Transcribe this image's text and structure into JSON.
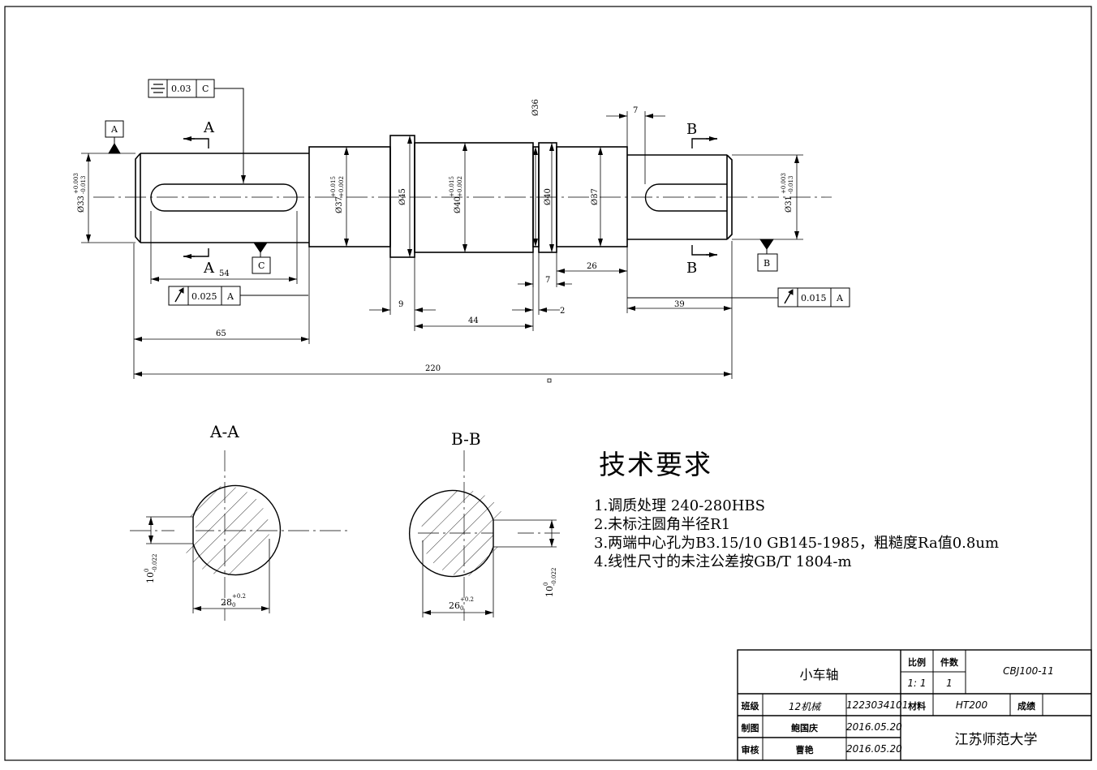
{
  "dims": {
    "d33": "Ø33",
    "d33_tol_up": "+0.003",
    "d33_tol_lo": "-0.013",
    "d37": "Ø37",
    "d37_tol_up": "+0.015",
    "d37_tol_lo": "+0.002",
    "d45": "Ø45",
    "d40": "Ø40",
    "d40_tol_up": "+0.015",
    "d40_tol_lo": "+0.002",
    "d40b": "Ø40",
    "d37b": "Ø37",
    "d31": "Ø31",
    "d31_tol_up": "+0.003",
    "d31_tol_lo": "-0.013",
    "d36": "Ø36",
    "len54": "54",
    "len65": "65",
    "len220": "220",
    "len9": "9",
    "len44": "44",
    "len7a": "7",
    "len2": "2",
    "len26": "26",
    "len39": "39",
    "len7b": "7"
  },
  "labels": {
    "datum_a": "A",
    "datum_b": "B",
    "datum_c": "C",
    "section_a": "A",
    "section_b": "B",
    "view_aa": "A-A",
    "view_bb": "B-B"
  },
  "tolerances": {
    "sym_value": "0.03",
    "sym_ref": "C",
    "runout1_value": "0.025",
    "runout1_ref": "A",
    "runout2_value": "0.015",
    "runout2_ref": "A"
  },
  "sections": {
    "aa_key_h": "10",
    "aa_key_h_up": "0",
    "aa_key_h_lo": "-0.022",
    "aa_depth": "28",
    "aa_depth_up": "+0.2",
    "aa_depth_lo": "0",
    "bb_key_h": "10",
    "bb_key_h_up": "0",
    "bb_key_h_lo": "-0.022",
    "bb_depth": "26",
    "bb_depth_up": "+0.2",
    "bb_depth_lo": "0"
  },
  "tech": {
    "title": "技术要求",
    "items": [
      "1.调质处理 240-280HBS",
      "2.未标注圆角半径R1",
      "3.两端中心孔为B3.15/10 GB145-1985，粗糙度Ra值0.8um",
      "4.线性尺寸的未注公差按GB/T 1804-m"
    ]
  },
  "titleblock": {
    "part_name": "小车轴",
    "scale_label": "比例",
    "scale_value": "1: 1",
    "qty_label": "件数",
    "qty_value": "1",
    "drawing_no": "CBJ100-11",
    "class_label": "班级",
    "class_value": "12机械",
    "student_no": "1223034101",
    "material_label": "材料",
    "material_value": "HT200",
    "grade_label": "成绩",
    "drawn_label": "制图",
    "drawn_name": "鲍国庆",
    "drawn_date": "2016.05.20",
    "check_label": "审核",
    "check_name": "曹艳",
    "check_date": "2016.05.20",
    "school": "江苏师范大学"
  }
}
